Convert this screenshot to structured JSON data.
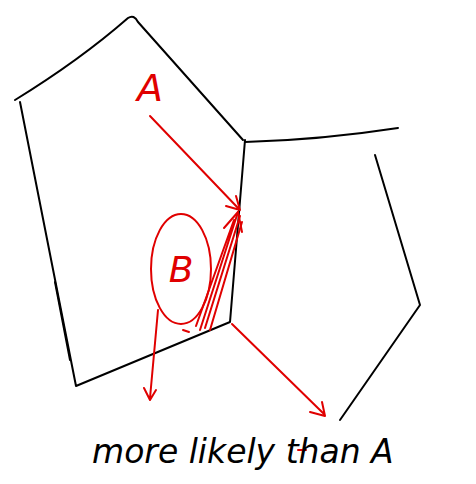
{
  "diagram": {
    "nodes": [
      {
        "text": [
          "B"
        ]
      }
    ],
    "labels": [
      "A",
      "more likely than A"
    ]
  }
}
